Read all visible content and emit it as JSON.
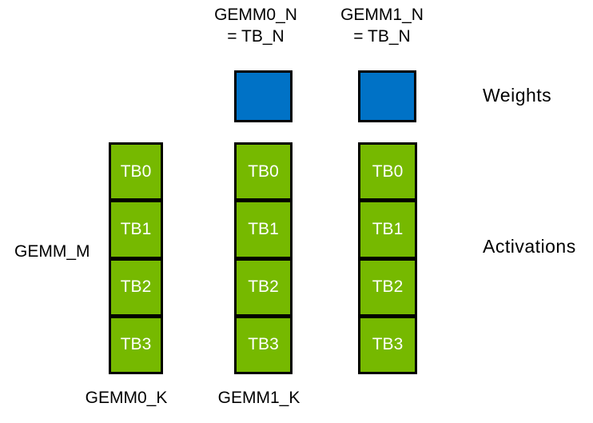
{
  "diagram": {
    "top_labels": [
      {
        "line1": "GEMM0_N",
        "line2": "= TB_N"
      },
      {
        "line1": "GEMM1_N",
        "line2": "= TB_N"
      }
    ],
    "side_labels": {
      "weights": "Weights",
      "activations": "Activations",
      "gemm_m": "GEMM_M"
    },
    "bottom_labels": [
      "GEMM0_K",
      "GEMM1_K"
    ],
    "weights_block_count": 2,
    "columns": [
      {
        "blocks": [
          "TB0",
          "TB1",
          "TB2",
          "TB3"
        ]
      },
      {
        "blocks": [
          "TB0",
          "TB1",
          "TB2",
          "TB3"
        ]
      },
      {
        "blocks": [
          "TB0",
          "TB1",
          "TB2",
          "TB3"
        ]
      }
    ],
    "colors": {
      "weights_fill": "#0072C6",
      "activations_fill": "#76B900",
      "outline": "#000000",
      "label_text": "#000000",
      "tb_text": "#ffffff"
    }
  }
}
